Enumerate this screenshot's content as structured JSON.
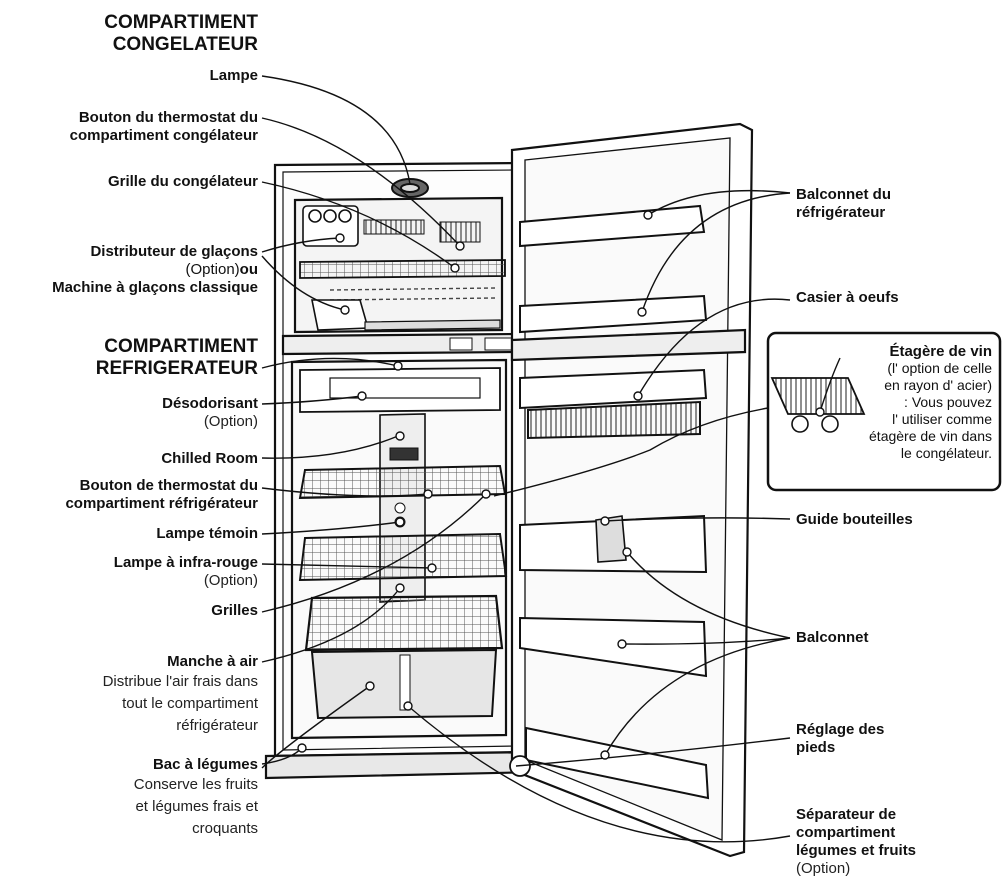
{
  "headings": {
    "freezer_line1": "COMPARTIMENT",
    "freezer_line2": "CONGELATEUR",
    "fridge_line1": "COMPARTIMENT",
    "fridge_line2": "REFRIGERATEUR"
  },
  "left_labels": {
    "lampe": "Lampe",
    "thermo_freezer_1": "Bouton du thermostat du",
    "thermo_freezer_2": "compartiment congélateur",
    "grille_congel": "Grille du congélateur",
    "distrib_1": "Distributeur de glaçons",
    "distrib_opt": "(Option)",
    "distrib_ou": "ou",
    "distrib_3": "Machine à glaçons classique",
    "desodo": "Désodorisant",
    "desodo_opt": "(Option)",
    "chilled": "Chilled  Room",
    "thermo_fridge_1": "Bouton de thermostat du",
    "thermo_fridge_2": "compartiment réfrigérateur",
    "lampe_temoin": "Lampe témoin",
    "infra_1": "Lampe à infra-rouge",
    "infra_opt": "(Option)",
    "grilles": "Grilles",
    "manche_1": "Manche à air",
    "manche_2": "Distribue l'air frais dans",
    "manche_3": "tout le compartiment",
    "manche_4": "réfrigérateur",
    "bac_1": "Bac à légumes",
    "bac_2": "Conserve les fruits",
    "bac_3": "et légumes frais et",
    "bac_4": "croquants"
  },
  "right_labels": {
    "balconnet_ref_1": "Balconnet du",
    "balconnet_ref_2": "réfrigérateur",
    "casier": "Casier à oeufs",
    "guide": "Guide bouteilles",
    "balconnet": "Balconnet",
    "reglage_1": "Réglage des",
    "reglage_2": "pieds",
    "separ_1": "Séparateur de",
    "separ_2": "compartiment",
    "separ_3": "légumes et fruits",
    "separ_opt": "(Option)"
  },
  "inset": {
    "title": "Étagère de vin",
    "line1": "(l' option de celle",
    "line2": "en rayon d' acier)",
    "line3": ": Vous pouvez",
    "line4": "l' utiliser comme",
    "line5": "étagère de vin dans",
    "line6": "le congélateur."
  }
}
